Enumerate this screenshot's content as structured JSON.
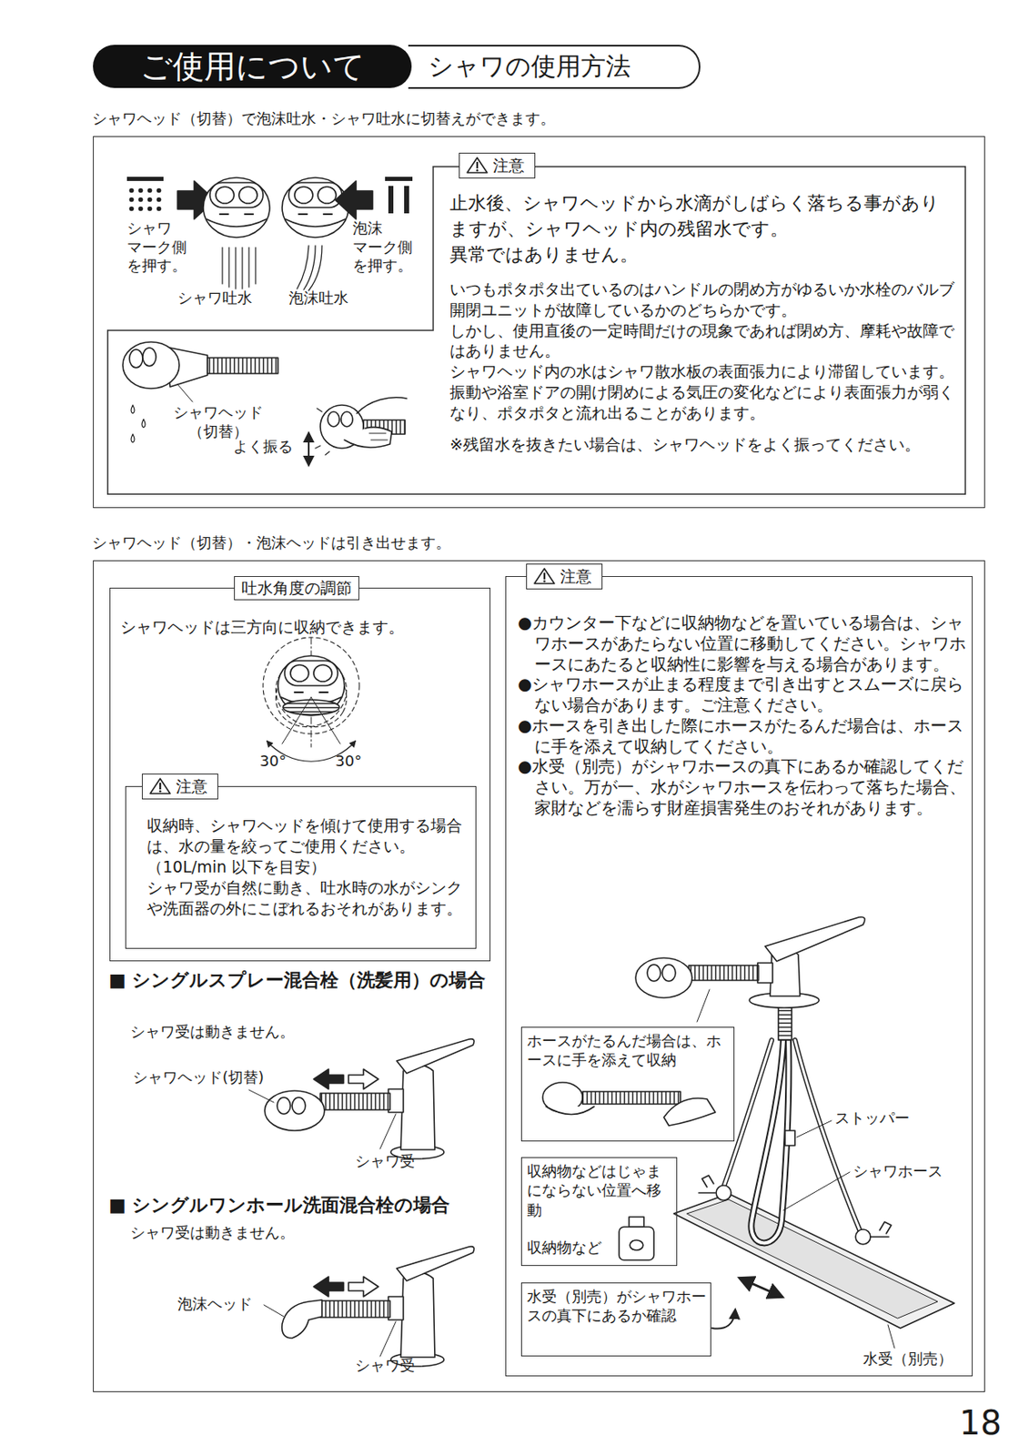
{
  "diagram": {
    "title": "ご使用について",
    "nodes": [
      {
        "text": [
          "シャワの使用方法"
        ]
      },
      {
        "text": [
          "シャワヘッド（切替）で泡沫吐水・シャワ吐水に切替えができます。"
        ]
      },
      {
        "text": [
          "注意",
          "止水後、シャワヘッドから水滴がしばらく落ちる事がありますが、シャワヘッド内の残留水です。",
          "異常ではありません。",
          "いつもポタポタ出ているのはハンドルの閉め方がゆるいか水栓のバルブ開閉ユニットが故障しているかのどちらかです。",
          "しかし、使用直後の一定時間だけの現象であれば閉め方、摩耗や故障ではありません。",
          "シャワヘッド内の水はシャワ散水板の表面張力により滞留しています。",
          "振動や浴室ドアの開け閉めによる気圧の変化などにより表面張力が弱くなり、ポタポタと流れ出ることがあります。",
          "※残留水を抜きたい場合は、シャワヘッドをよく振ってください。"
        ],
        "in": 1
      },
      {
        "text": [
          "シャワヘッド（切替）・泡沫ヘッドは引き出せます。"
        ]
      },
      {
        "text": [
          "吐水角度の調節",
          "シャワヘッドは三方向に収納できます。"
        ],
        "in": 3
      },
      {
        "text": [
          "注意",
          "収納時、シャワヘッドを傾けて使用する場合は、水の量を絞ってご使用ください。（10L/min 以下を目安）",
          "シャワ受が自然に動き、吐水時の水がシンクや洗面器の外にこぼれるおそれがあります。"
        ],
        "in": 4
      },
      {
        "text": [
          "注意",
          "●カウンター下などに収納物などを置いている場合は、シャワホースがあたらない位置に移動してください。シャワホースにあたると収納性に影響を与える場合があります。",
          "●シャワホースが止まる程度まで引き出すとスムーズに戻らない場合があります。ご注意ください。",
          "●ホースを引き出した際にホースがたるんだ場合は、ホースに手を添えて収納してください。",
          "●水受（別売）がシャワホースの真下にあるか確認してください。万が一、水がシャワホースを伝わって落ちた場合、家財などを濡らす財産損害発生のおそれがあります。"
        ],
        "in": 3
      },
      {
        "text": [
          "ホースがたるんだ場合は、ホースに手を添えて収納"
        ],
        "in": 6
      },
      {
        "text": [
          "収納物などはじゃまにならない位置へ移動",
          "収納物など"
        ],
        "in": 6
      },
      {
        "text": [
          "水受（別売）がシャワホースの真下にあるか確認"
        ],
        "in": 6
      }
    ],
    "labels": [
      "シャワ マーク側 を押す。",
      "泡沫 マーク側 を押す。",
      "シャワ吐水",
      "泡沫吐水",
      "シャワヘッド （切替）",
      "よく振る",
      "30°",
      "30°",
      "■ シングルスプレー混合栓（洗髪用）の場合",
      "シャワ受は動きません。",
      "シャワヘッド(切替)",
      "シャワ受",
      "■ シングルワンホール洗面混合栓の場合",
      "シャワ受は動きません。",
      "泡沫ヘッド",
      "シャワ受",
      "ストッパー",
      "シャワホース",
      "水受（別売）",
      "18"
    ]
  }
}
